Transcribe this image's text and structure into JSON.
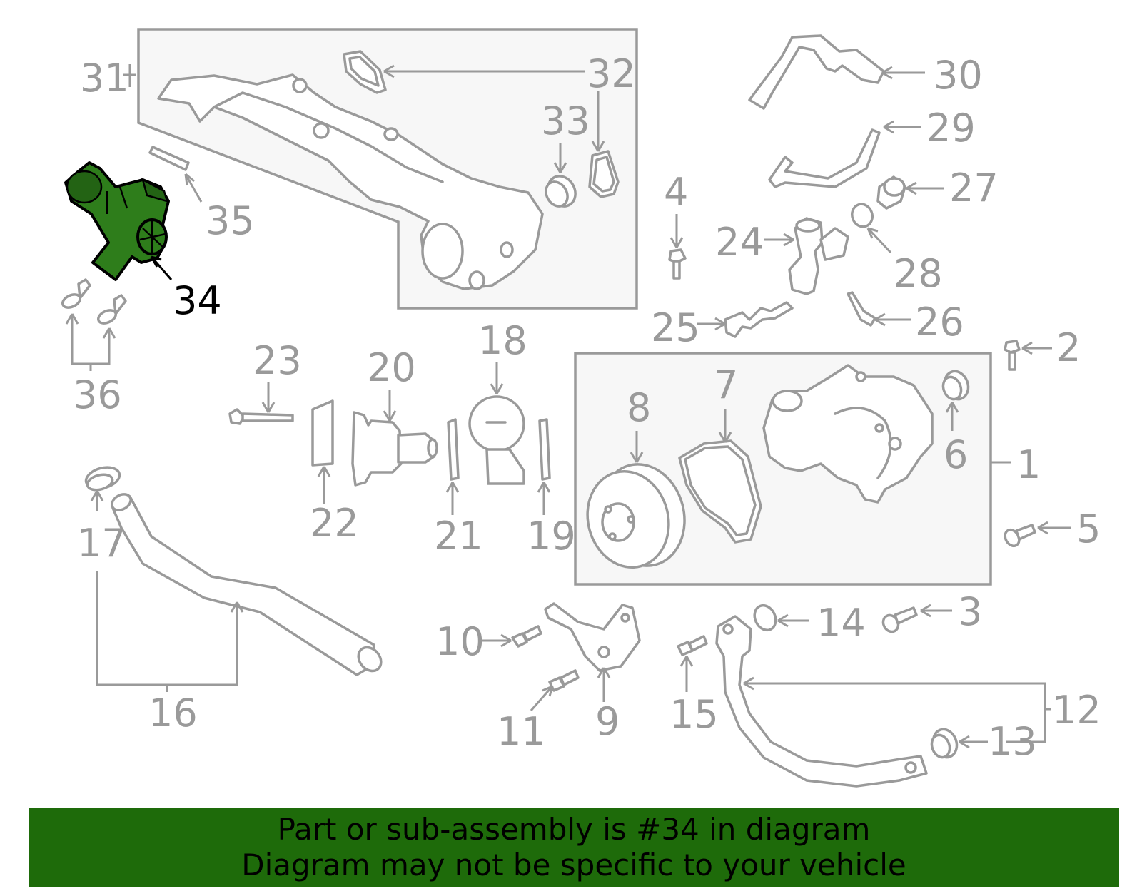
{
  "highlight": {
    "part_number": "34",
    "color": "#2e7d1b"
  },
  "callouts": [
    "1",
    "2",
    "3",
    "4",
    "5",
    "6",
    "7",
    "8",
    "9",
    "10",
    "11",
    "12",
    "13",
    "14",
    "15",
    "16",
    "17",
    "18",
    "19",
    "20",
    "21",
    "22",
    "23",
    "24",
    "25",
    "26",
    "27",
    "28",
    "29",
    "30",
    "31",
    "32",
    "33",
    "34",
    "35",
    "36"
  ],
  "banner": {
    "line1": "Part or sub-assembly is #34 in diagram",
    "line2": "Diagram may not be specific to your vehicle",
    "background": "#1e6b0a"
  }
}
